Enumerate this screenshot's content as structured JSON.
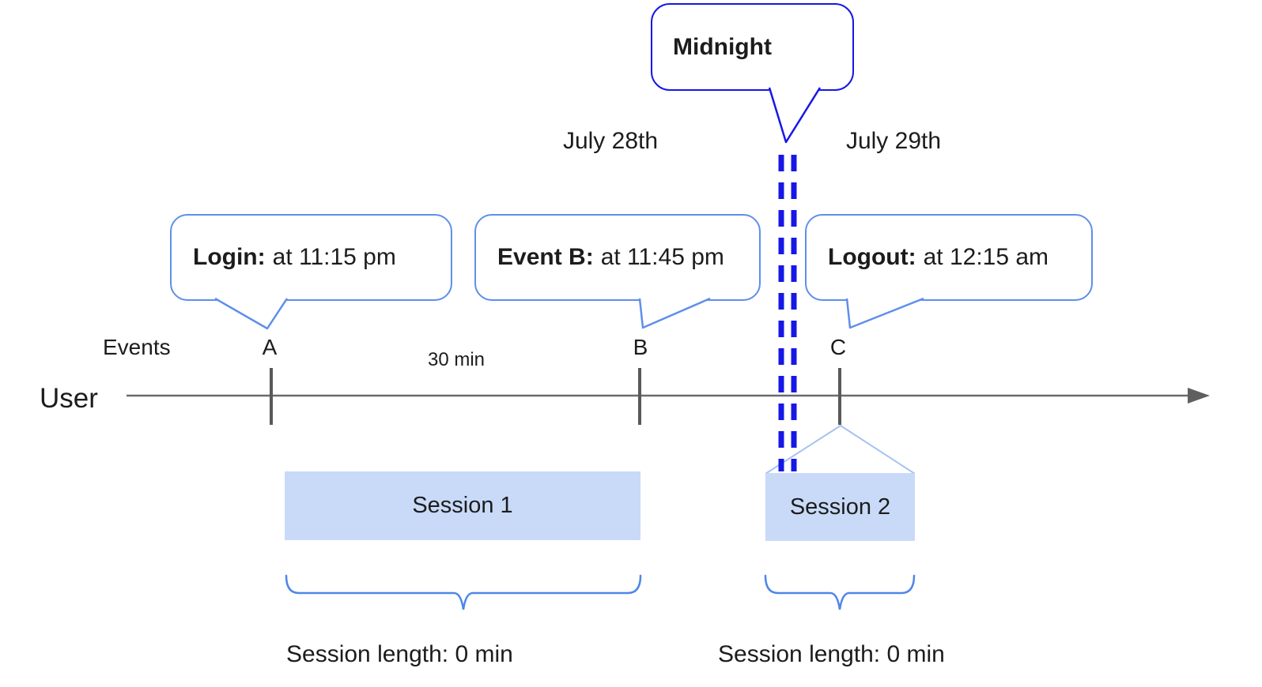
{
  "diagram": {
    "midnight_callout": {
      "label": "Midnight"
    },
    "dates": {
      "left": "July 28th",
      "right": "July 29th"
    },
    "callouts": [
      {
        "prefix": "Login:",
        "detail": "at 11:15 pm"
      },
      {
        "prefix": "Event B:",
        "detail": "at 11:45 pm"
      },
      {
        "prefix": "Logout:",
        "detail": "at 12:15 am"
      }
    ],
    "timeline": {
      "events_row_label": "Events",
      "user_label": "User",
      "interval_label": "30 min",
      "marks": [
        "A",
        "B",
        "C"
      ]
    },
    "sessions": [
      {
        "label": "Session 1",
        "length": "Session length: 0 min"
      },
      {
        "label": "Session 2",
        "length": "Session length: 0 min"
      }
    ],
    "colors": {
      "midnight_blue": "#1717e6",
      "callout_blue": "#5e8fea",
      "brace_blue": "#4e86ea",
      "session_fill": "#c9daf8",
      "roof_blue": "#a8c3f0",
      "timeline_gray": "#666666"
    }
  }
}
